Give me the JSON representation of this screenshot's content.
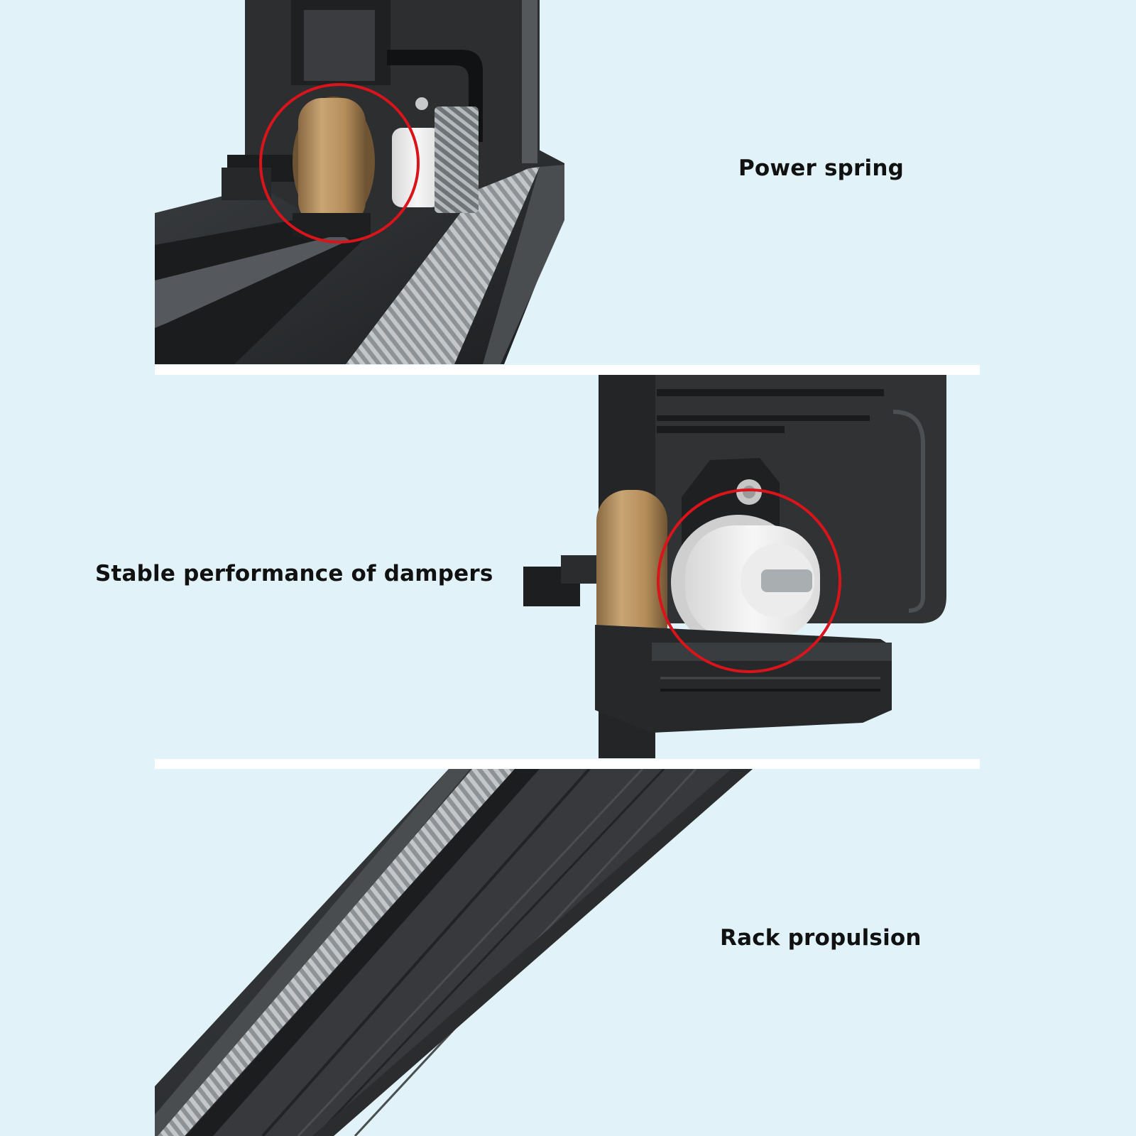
{
  "panels": [
    {
      "caption": "Power spring"
    },
    {
      "caption": "Stable performance of dampers"
    },
    {
      "caption": "Rack propulsion"
    }
  ],
  "colors": {
    "background": "#e1f3f8",
    "divider": "#ffffff",
    "housing": "#2f3133",
    "spring_brass": "#c29b68",
    "damper_white": "#f2f2f2",
    "rack_grey": "#9a9fa3",
    "highlight_circle": "#d9141b",
    "caption_text": "#111111"
  },
  "highlights": [
    {
      "panel": 1,
      "marks": "power-spring"
    },
    {
      "panel": 2,
      "marks": "damper"
    }
  ]
}
